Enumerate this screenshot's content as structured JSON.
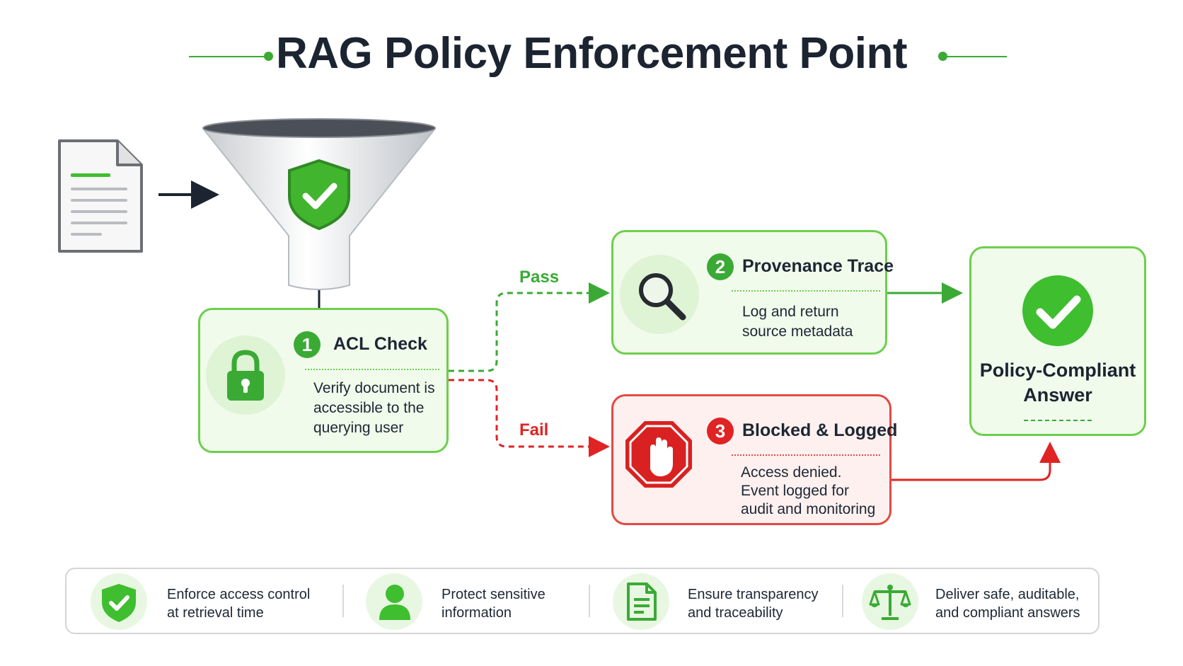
{
  "title": "RAG Policy Enforcement Point",
  "branches": {
    "pass": "Pass",
    "fail": "Fail"
  },
  "steps": [
    {
      "number": "1",
      "title": "ACL Check",
      "description_lines": [
        "Verify document is",
        "accessible to the",
        "querying user"
      ],
      "icon": "padlock-icon"
    },
    {
      "number": "2",
      "title": "Provenance Trace",
      "description_lines": [
        "Log and return",
        "source metadata"
      ],
      "icon": "magnifier-icon"
    },
    {
      "number": "3",
      "title": "Blocked & Logged",
      "description_lines": [
        "Access denied.",
        "Event logged for",
        "audit and monitoring"
      ],
      "icon": "stop-hand-icon"
    }
  ],
  "result": {
    "title_lines": [
      "Policy-Compliant",
      "Answer"
    ],
    "icon": "check-circle-icon"
  },
  "benefits": [
    {
      "lines": [
        "Enforce access control",
        "at retrieval time"
      ],
      "icon": "shield-check-icon"
    },
    {
      "lines": [
        "Protect sensitive",
        "information"
      ],
      "icon": "user-icon"
    },
    {
      "lines": [
        "Ensure transparency",
        "and traceability"
      ],
      "icon": "document-icon"
    },
    {
      "lines": [
        "Deliver safe, auditable,",
        "and compliant answers"
      ],
      "icon": "scales-icon"
    }
  ],
  "colors": {
    "green": "#3aaa35",
    "light_green": "#6ccf4c",
    "red": "#e02323",
    "dark": "#1b2430"
  }
}
